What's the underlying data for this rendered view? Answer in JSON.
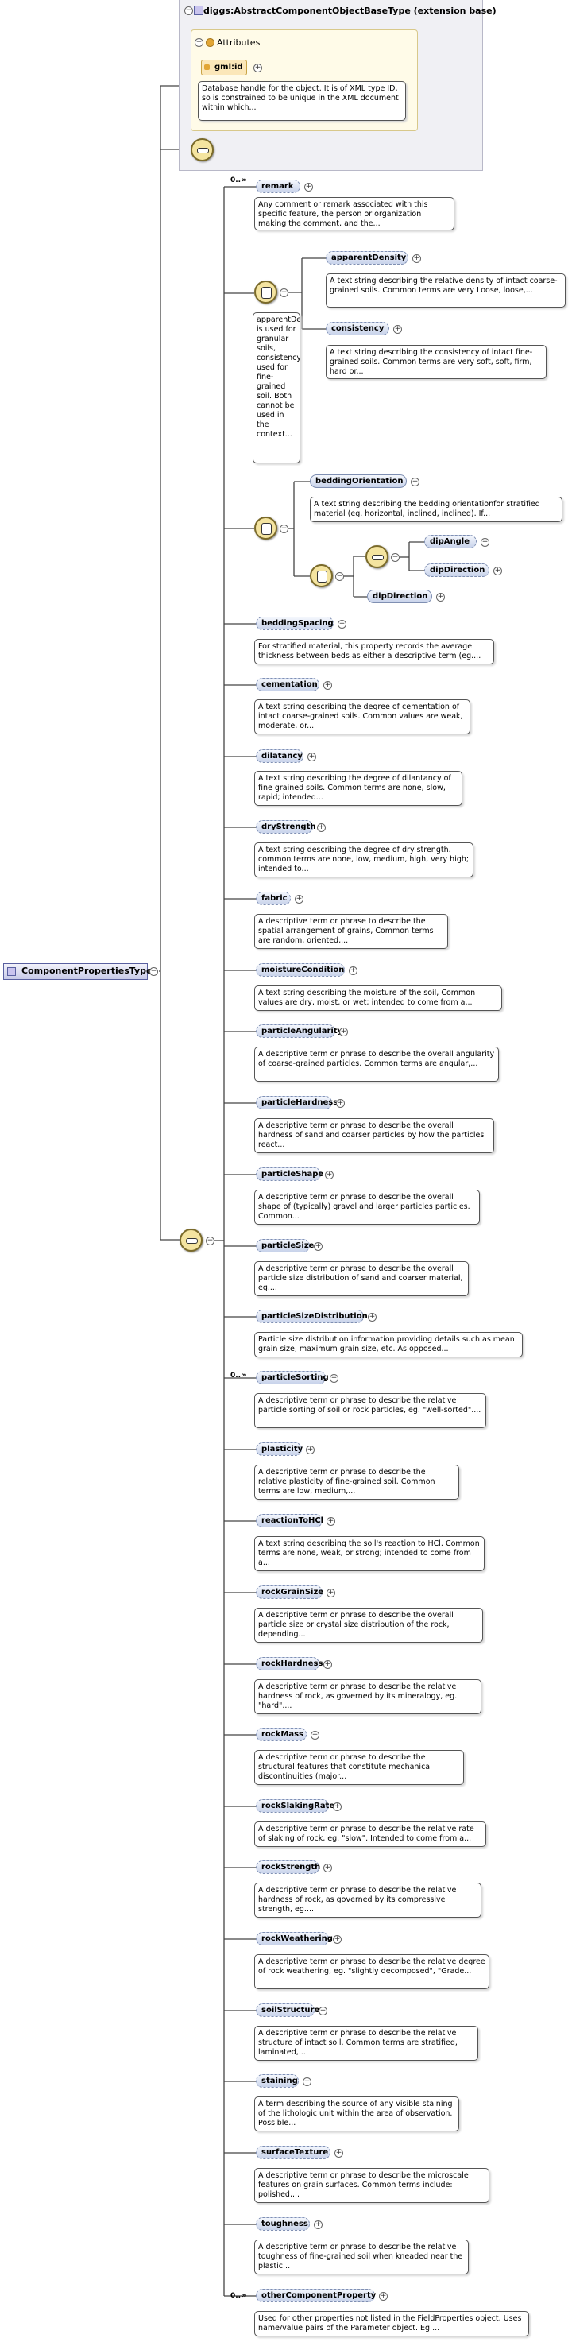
{
  "base_type": {
    "title": "diggs:AbstractComponentObjectBaseType (extension base)",
    "attributes_label": "Attributes",
    "gml_id": "gml:id",
    "gml_id_doc": "Database handle for the object. It is of XML type ID, so is constrained to be unique in the XML document within which..."
  },
  "root_type": "ComponentPropertiesType",
  "density_choice_doc": "apparentDensity is used for granular soils, consistency used for fine-grained soil. Both cannot be used in the context...",
  "multiplicities": {
    "remark": "0..∞",
    "particle_sorting": "0..∞",
    "other_component_property": "0..∞"
  },
  "elements": [
    {
      "name": "remark",
      "doc": "Any comment or remark associated with this specific feature, the person or organization making the comment, and the..."
    },
    {
      "name": "apparentDensity",
      "doc": "A text string describing the relative density of intact coarse-grained soils. Common terms are very Loose, loose,..."
    },
    {
      "name": "consistency",
      "doc": "A text string describing the consistency of intact fine-grained soils. Common terms are very soft, soft, firm, hard or..."
    },
    {
      "name": "beddingOrientation",
      "doc": "A text string describing the bedding orientationfor stratified material (eg. horizontal, inclined, inclined). If..."
    },
    {
      "name": "dipAngle",
      "doc": ""
    },
    {
      "name": "dipDirection",
      "doc": ""
    },
    {
      "name": "dipDirection",
      "doc": ""
    },
    {
      "name": "beddingSpacing",
      "doc": "For stratified material, this property records the average thickness between beds as either a descriptive term (eg...."
    },
    {
      "name": "cementation",
      "doc": "A text string describing the degree of cementation of intact coarse-grained soils. Common values are weak, moderate, or..."
    },
    {
      "name": "dilatancy",
      "doc": "A text string describing the degree of dilantancy of fine grained soils. Common terms are none, slow, rapid; intended..."
    },
    {
      "name": "dryStrength",
      "doc": "A text string describing the degree of dry strength. common terms are none, low, medium, high, very high; intended to..."
    },
    {
      "name": "fabric",
      "doc": "A descriptive term or phrase to describe the spatial arrangement of grains, Common terms are random, oriented,..."
    },
    {
      "name": "moistureCondition",
      "doc": "A text string describing the moisture of the soil, Common values are dry, moist, or wet; intended to come from a..."
    },
    {
      "name": "particleAngularity",
      "doc": "A descriptive term or phrase to describe the overall angularity of coarse-grained particles. Common terms are angular,..."
    },
    {
      "name": "particleHardness",
      "doc": "A descriptive term or phrase to describe the overall hardness of sand and coarser particles by how the particles react..."
    },
    {
      "name": "particleShape",
      "doc": "A descriptive term or phrase to describe the overall shape of (typically) gravel and larger particles particles. Common..."
    },
    {
      "name": "particleSize",
      "doc": "A descriptive term or phrase to describe the overall particle size distribution of sand and coarser material, eg...."
    },
    {
      "name": "particleSizeDistribution",
      "doc": "Particle size distribution information providing details such as mean grain size, maximum grain size, etc. As opposed..."
    },
    {
      "name": "particleSorting",
      "doc": "A descriptive term or phrase to describe the relative particle sorting of soil or rock particles, eg. \"well-sorted\"...."
    },
    {
      "name": "plasticity",
      "doc": "A descriptive term or phrase to describe the relative plasticity of fine-grained soil. Common terms are low, medium,..."
    },
    {
      "name": "reactionToHCl",
      "doc": "A text string describing the soil's reaction to HCl. Common terms are none, weak, or strong; intended to come from a..."
    },
    {
      "name": "rockGrainSize",
      "doc": "A descriptive term or phrase to describe the overall particle size or crystal size distribution of the rock, depending..."
    },
    {
      "name": "rockHardness",
      "doc": "A descriptive term or phrase to describe the relative hardness of rock, as governed by its mineralogy, eg. \"hard\"...."
    },
    {
      "name": "rockMass",
      "doc": "A descriptive term or phrase to describe the structural features that constitute mechanical discontinuities (major..."
    },
    {
      "name": "rockSlakingRate",
      "doc": "A descriptive term or phrase to describe the relative rate of slaking of rock, eg. \"slow\". Intended to come from a..."
    },
    {
      "name": "rockStrength",
      "doc": "A descriptive term or phrase to describe the relative hardness of rock, as governed by its compressive strength, eg...."
    },
    {
      "name": "rockWeathering",
      "doc": "A descriptive term or phrase to describe the relative degree of rock weathering, eg. \"slightly decomposed\", \"Grade..."
    },
    {
      "name": "soilStructure",
      "doc": "A descriptive term or phrase to describe the relative structure of intact soil. Common terms are stratified, laminated,..."
    },
    {
      "name": "staining",
      "doc": "A term describing the source of any visible staining of the lithologic unit within the area of observation. Possible..."
    },
    {
      "name": "surfaceTexture",
      "doc": "A descriptive term or phrase to describe the microscale features on grain surfaces. Common terms include: polished,..."
    },
    {
      "name": "toughness",
      "doc": "A descriptive term or phrase to describe the relative toughness of fine-grained soil when kneaded near the plastic..."
    },
    {
      "name": "otherComponentProperty",
      "doc": "Used for other properties not listed in the FieldProperties object. Uses name/value pairs of the Parameter object. Eg...."
    }
  ]
}
